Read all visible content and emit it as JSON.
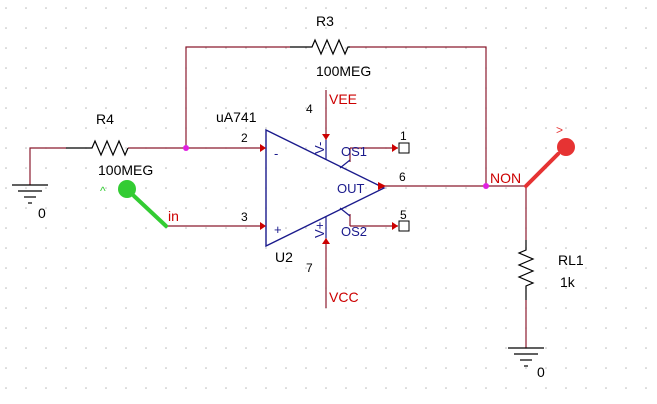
{
  "components": {
    "r3": {
      "ref": "R3",
      "value": "100MEG"
    },
    "r4": {
      "ref": "R4",
      "value": "100MEG"
    },
    "rl1": {
      "ref": "RL1",
      "value": "1k"
    },
    "opamp": {
      "model": "uA741",
      "ref": "U2",
      "plus": "+",
      "minus": "-",
      "out": "OUT",
      "os1": "OS1",
      "os2": "OS2",
      "v_plus_mark": "V+",
      "v_minus_mark": "V-"
    }
  },
  "pins": {
    "p1": "1",
    "p2": "2",
    "p3": "3",
    "p4": "4",
    "p5": "5",
    "p6": "6",
    "p7": "7"
  },
  "nets": {
    "vee": "VEE",
    "vcc": "VCC",
    "in": "in",
    "non": "NON",
    "gnd_left": "0",
    "gnd_right": "0"
  },
  "probes": {
    "input_marker": "^",
    "output_marker": ">"
  },
  "colors": {
    "wire": "#8b1a2e",
    "opamp_body": "#1a1a8c",
    "net_label": "#cc0000",
    "junction": "#e020e0",
    "pin_arrow": "#cc0000",
    "probe_input": "#33cc33",
    "probe_output": "#e63333",
    "grid_dot": "#b8b8b8"
  }
}
